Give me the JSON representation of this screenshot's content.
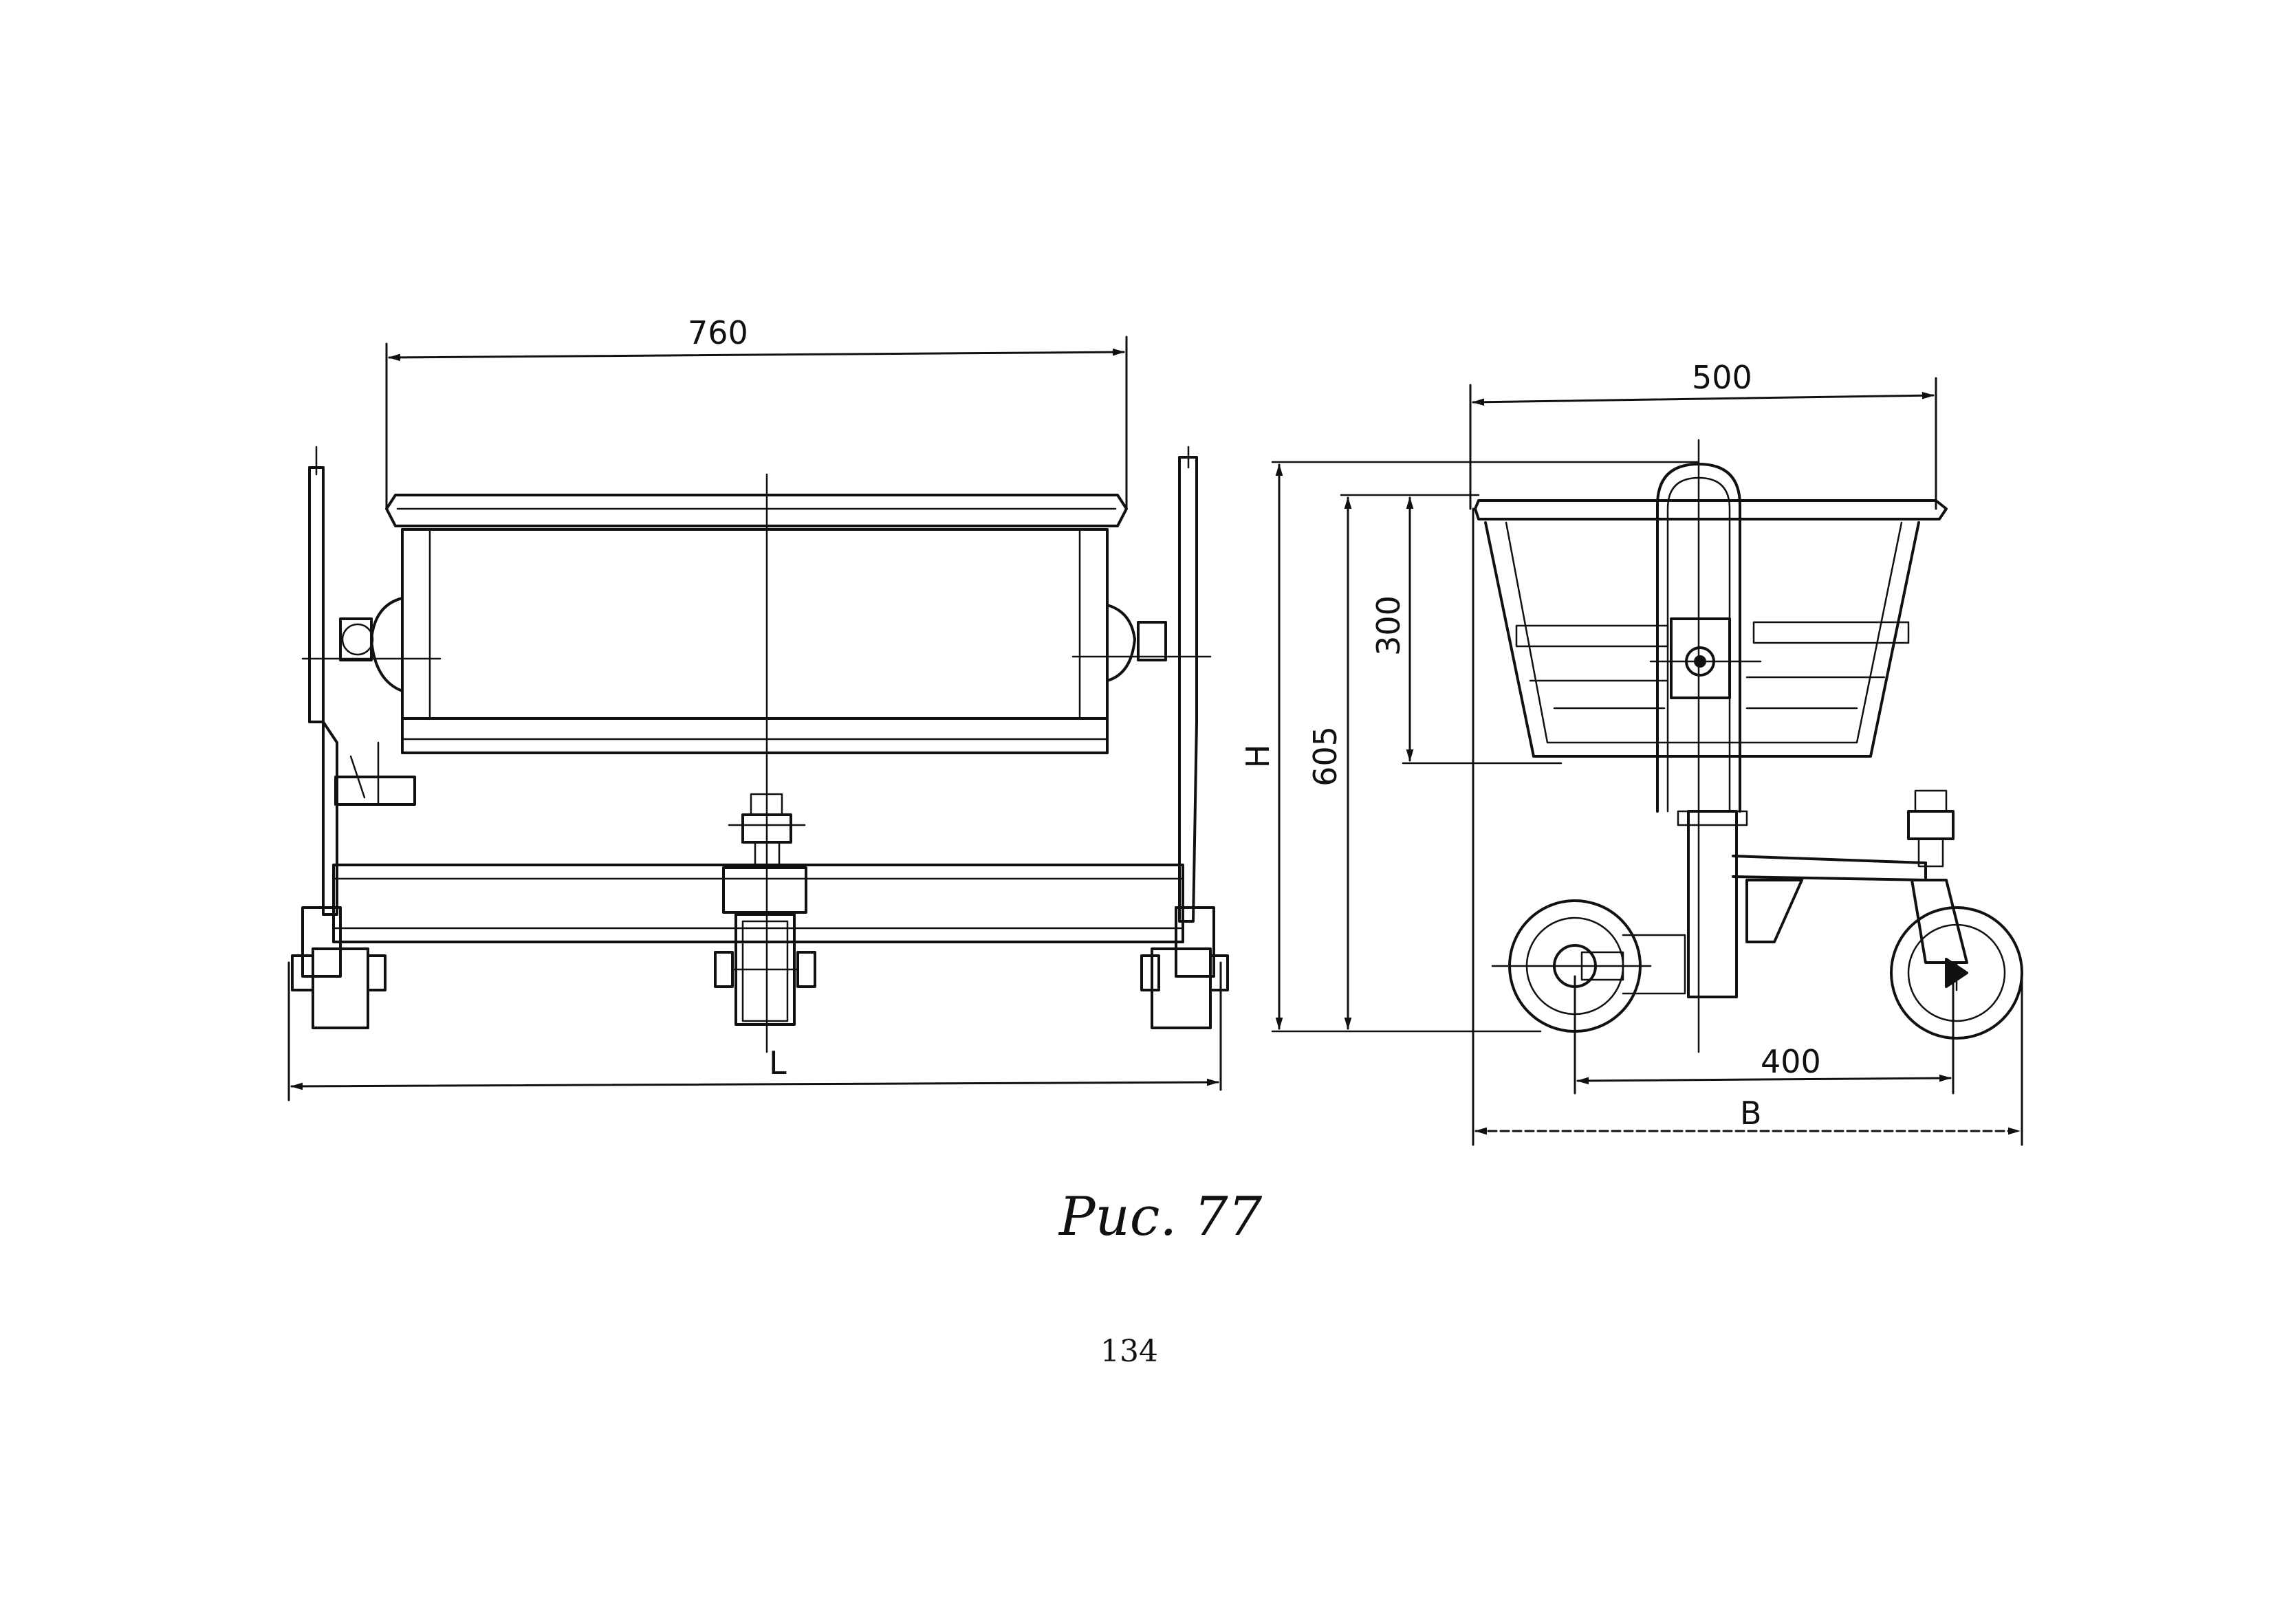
{
  "figure": {
    "caption": "Рис. 77",
    "page_number": "134"
  },
  "front_view": {
    "dim_width": "760",
    "dim_length": "L"
  },
  "side_view": {
    "dim_width_top": "500",
    "dim_wheelbase": "400",
    "dim_base": "B",
    "dim_height_total": "H",
    "dim_height_605": "605",
    "dim_height_300": "300"
  }
}
